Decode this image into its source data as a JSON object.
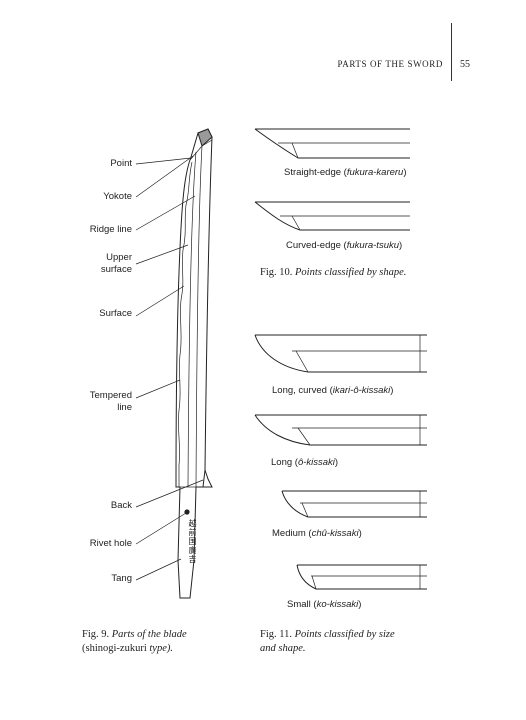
{
  "header": {
    "running_title": "PARTS OF THE SWORD",
    "page_number": "55"
  },
  "fig9": {
    "labels": {
      "point": "Point",
      "yokote": "Yokote",
      "ridge_line": "Ridge line",
      "upper_surface_1": "Upper",
      "upper_surface_2": "surface",
      "surface": "Surface",
      "tempered_line_1": "Tempered",
      "tempered_line_2": "line",
      "back": "Back",
      "rivet_hole": "Rivet hole",
      "tang": "Tang"
    },
    "caption_number": "Fig. 9.",
    "caption_title_1": "Parts of the blade",
    "caption_title_2_paren_open": "(",
    "caption_title_2_term": "shinogi-zukuri",
    "caption_title_2_rest": " type).",
    "tang_inscription": "越前国廣吉"
  },
  "fig10": {
    "items": [
      {
        "name": "Straight-edge (",
        "term": "fukura-kareru",
        "close": ")"
      },
      {
        "name": "Curved-edge (",
        "term": "fukura-tsuku",
        "close": ")"
      }
    ],
    "caption_number": "Fig. 10.",
    "caption_title": "Points classified by shape."
  },
  "fig11": {
    "items": [
      {
        "name": "Long, curved (",
        "term": "ikari-ô-kissaki",
        "close": ")"
      },
      {
        "name": "Long (",
        "term": "ô-kissaki",
        "close": ")"
      },
      {
        "name": "Medium (",
        "term": "chû-kissaki",
        "close": ")"
      },
      {
        "name": "Small (",
        "term": "ko-kissaki",
        "close": ")"
      }
    ],
    "caption_number": "Fig. 11.",
    "caption_title_1": "Points classified by size",
    "caption_title_2": "and shape."
  }
}
